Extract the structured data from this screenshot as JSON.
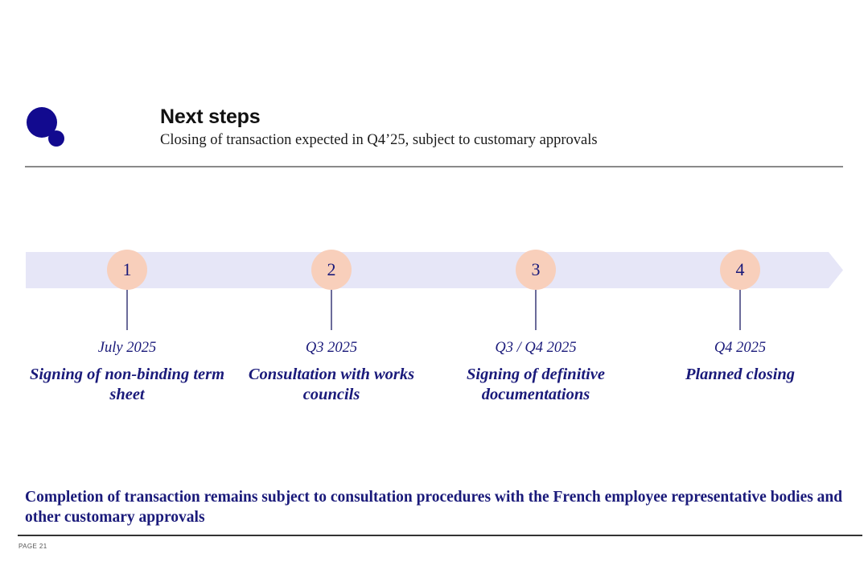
{
  "page": {
    "background_color": "#ffffff",
    "accent_navy": "#120a8f",
    "text_navy": "#1a1a7a",
    "band_color": "#e6e6f7",
    "circle_color": "#f8cfbb"
  },
  "logo": {
    "name": "two-dot-logo"
  },
  "header": {
    "title": "Next steps",
    "subtitle": "Closing of transaction expected in Q4’25, subject to customary approvals"
  },
  "timeline": {
    "steps": [
      {
        "number": "1",
        "date": "July 2025",
        "description": "Signing of non-binding term sheet"
      },
      {
        "number": "2",
        "date": "Q3 2025",
        "description": "Consultation with works councils"
      },
      {
        "number": "3",
        "date": "Q3 / Q4 2025",
        "description": "Signing of definitive documentations"
      },
      {
        "number": "4",
        "date": "Q4 2025",
        "description": "Planned closing"
      }
    ]
  },
  "statement": {
    "text": "Completion of transaction remains subject to consultation procedures with the French employee representative bodies and other customary approvals"
  },
  "footer": {
    "page_label": "PAGE 21"
  }
}
